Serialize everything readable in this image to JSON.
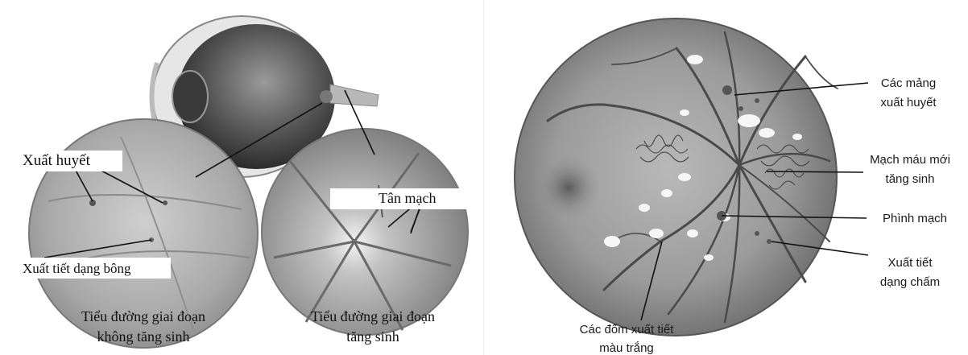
{
  "left": {
    "label_hemorrhage": "Xuất huyết",
    "label_neovascularization": "Tân mạch",
    "label_cotton_wool": "Xuất tiết dạng bông",
    "caption_nonproliferative_line1": "Tiểu đường giai đoạn",
    "caption_nonproliferative_line2": "không tăng sinh",
    "caption_proliferative_line1": "Tiểu đường giai đoạn",
    "caption_proliferative_line2": "tăng sinh"
  },
  "right": {
    "label_hemorrhage_plaques_line1": "Các mảng",
    "label_hemorrhage_plaques_line2": "xuất huyết",
    "label_new_vessels_line1": "Mạch máu mới",
    "label_new_vessels_line2": "tăng sinh",
    "label_microaneurysm": "Phình mạch",
    "label_dot_exudate_line1": "Xuất tiết",
    "label_dot_exudate_line2": "dạng chấm",
    "label_white_spots_line1": "Các đốm xuất tiết",
    "label_white_spots_line2": "màu trắng"
  }
}
